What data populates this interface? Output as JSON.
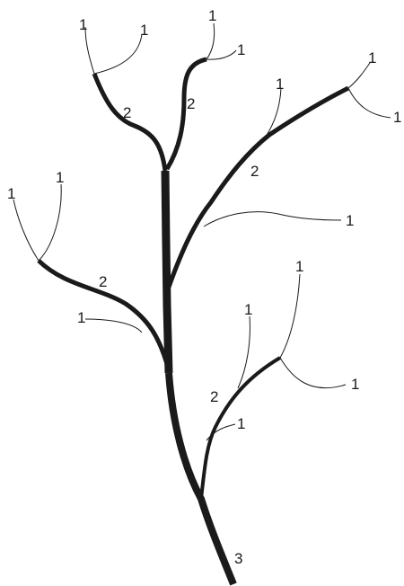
{
  "labels": {
    "trunk_order": "3",
    "top_left_branch_order": "2",
    "top_middle_branch_order": "2",
    "right_upper_branch_order": "2",
    "left_branch_order": "2",
    "right_lower_branch_order": "2",
    "top_left_tip_a": "1",
    "top_left_tip_b": "1",
    "top_middle_tip_a": "1",
    "top_middle_tip_b": "1",
    "right_upper_tip_a": "1",
    "right_upper_tip_b": "1",
    "right_upper_side_twig": "1",
    "right_upper_mid_twig": "1",
    "left_tip_a": "1",
    "left_tip_b": "1",
    "left_side_twig": "1",
    "right_lower_tip_a": "1",
    "right_lower_tip_b": "1",
    "right_lower_side_twig": "1",
    "right_lower_stem_twig": "1"
  },
  "colors": {
    "stroke": "#1a1a1a",
    "background": "#ffffff"
  }
}
